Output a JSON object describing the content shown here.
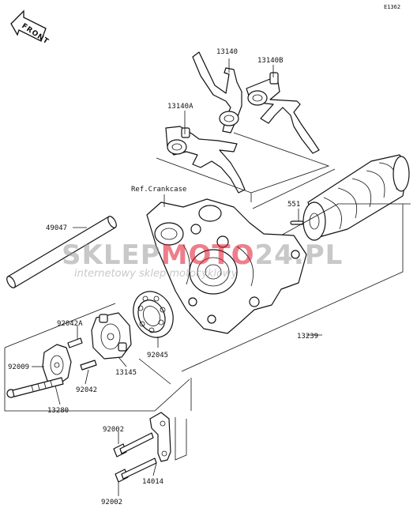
{
  "diagram_id": "E1362",
  "front_label": "FRONT",
  "reference_label": "Ref.Crankcase",
  "watermark": {
    "brand_left": "SKLEP",
    "brand_mid": "MOTO",
    "brand_right": "24.PL",
    "tagline": "internetowy sklep motocyklowy",
    "gray": "#9a9a9a",
    "red": "#e0142c"
  },
  "parts": [
    {
      "id": "13140",
      "name": "shift-fork-13140"
    },
    {
      "id": "13140B",
      "name": "shift-fork-13140b"
    },
    {
      "id": "13140A",
      "name": "shift-fork-13140a"
    },
    {
      "id": "551",
      "name": "pin-551"
    },
    {
      "id": "49047",
      "name": "shift-rod-49047"
    },
    {
      "id": "92042A",
      "name": "pin-92042a"
    },
    {
      "id": "92009",
      "name": "screw-92009"
    },
    {
      "id": "13145",
      "name": "drum-holder-13145"
    },
    {
      "id": "92045",
      "name": "bearing-92045"
    },
    {
      "id": "13239",
      "name": "shift-drum-13239"
    },
    {
      "id": "92042",
      "name": "pin-92042"
    },
    {
      "id": "13280",
      "name": "plate-13280"
    },
    {
      "id": "92002",
      "name": "bolt-92002-upper"
    },
    {
      "id": "14014",
      "name": "bracket-14014"
    },
    {
      "id": "92002",
      "name": "bolt-92002-lower"
    }
  ]
}
